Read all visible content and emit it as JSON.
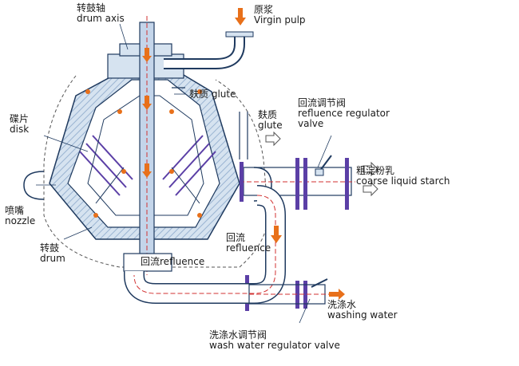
{
  "labels": {
    "drum_axis": {
      "zh": "转鼓轴",
      "en": "drum axis"
    },
    "virgin_pulp": {
      "zh": "原浆",
      "en": "Virgin pulp"
    },
    "glute_top": {
      "zh": "麸质",
      "en": "glute"
    },
    "glute_mid": {
      "zh": "麸质",
      "en": "glute"
    },
    "refluence_regulator_valve": {
      "zh": "回流调节阀",
      "en1": "refluence regulator",
      "en2": "valve"
    },
    "coarse_liquid_starch": {
      "zh": "粗淀粉乳",
      "en": "coarse liquid starch"
    },
    "disk": {
      "zh": "碟片",
      "en": "disk"
    },
    "nozzle": {
      "zh": "喷嘴",
      "en": "nozzle"
    },
    "drum": {
      "zh": "转鼓",
      "en": "drum"
    },
    "refluence_side": {
      "zh": "回流",
      "en": "refluence"
    },
    "refluence_bottom": {
      "zh": "回流",
      "en": "refluence"
    },
    "washing_water": {
      "zh": "洗涤水",
      "en": "washing water"
    },
    "wash_water_regulator_valve": {
      "zh": "洗涤水调节阀",
      "en": "wash water regulator valve"
    }
  },
  "colors": {
    "steel": "#6b8fb6",
    "steel_fill": "#d6e3f0",
    "line": "#1f3a5f",
    "flow": "#e8701a",
    "centerline": "#d23232",
    "flange": "#5b3fa6"
  },
  "icons": {
    "flow_arrow": "down-arrow-icon",
    "hollow_arrow": "right-hollow-arrow-icon"
  }
}
